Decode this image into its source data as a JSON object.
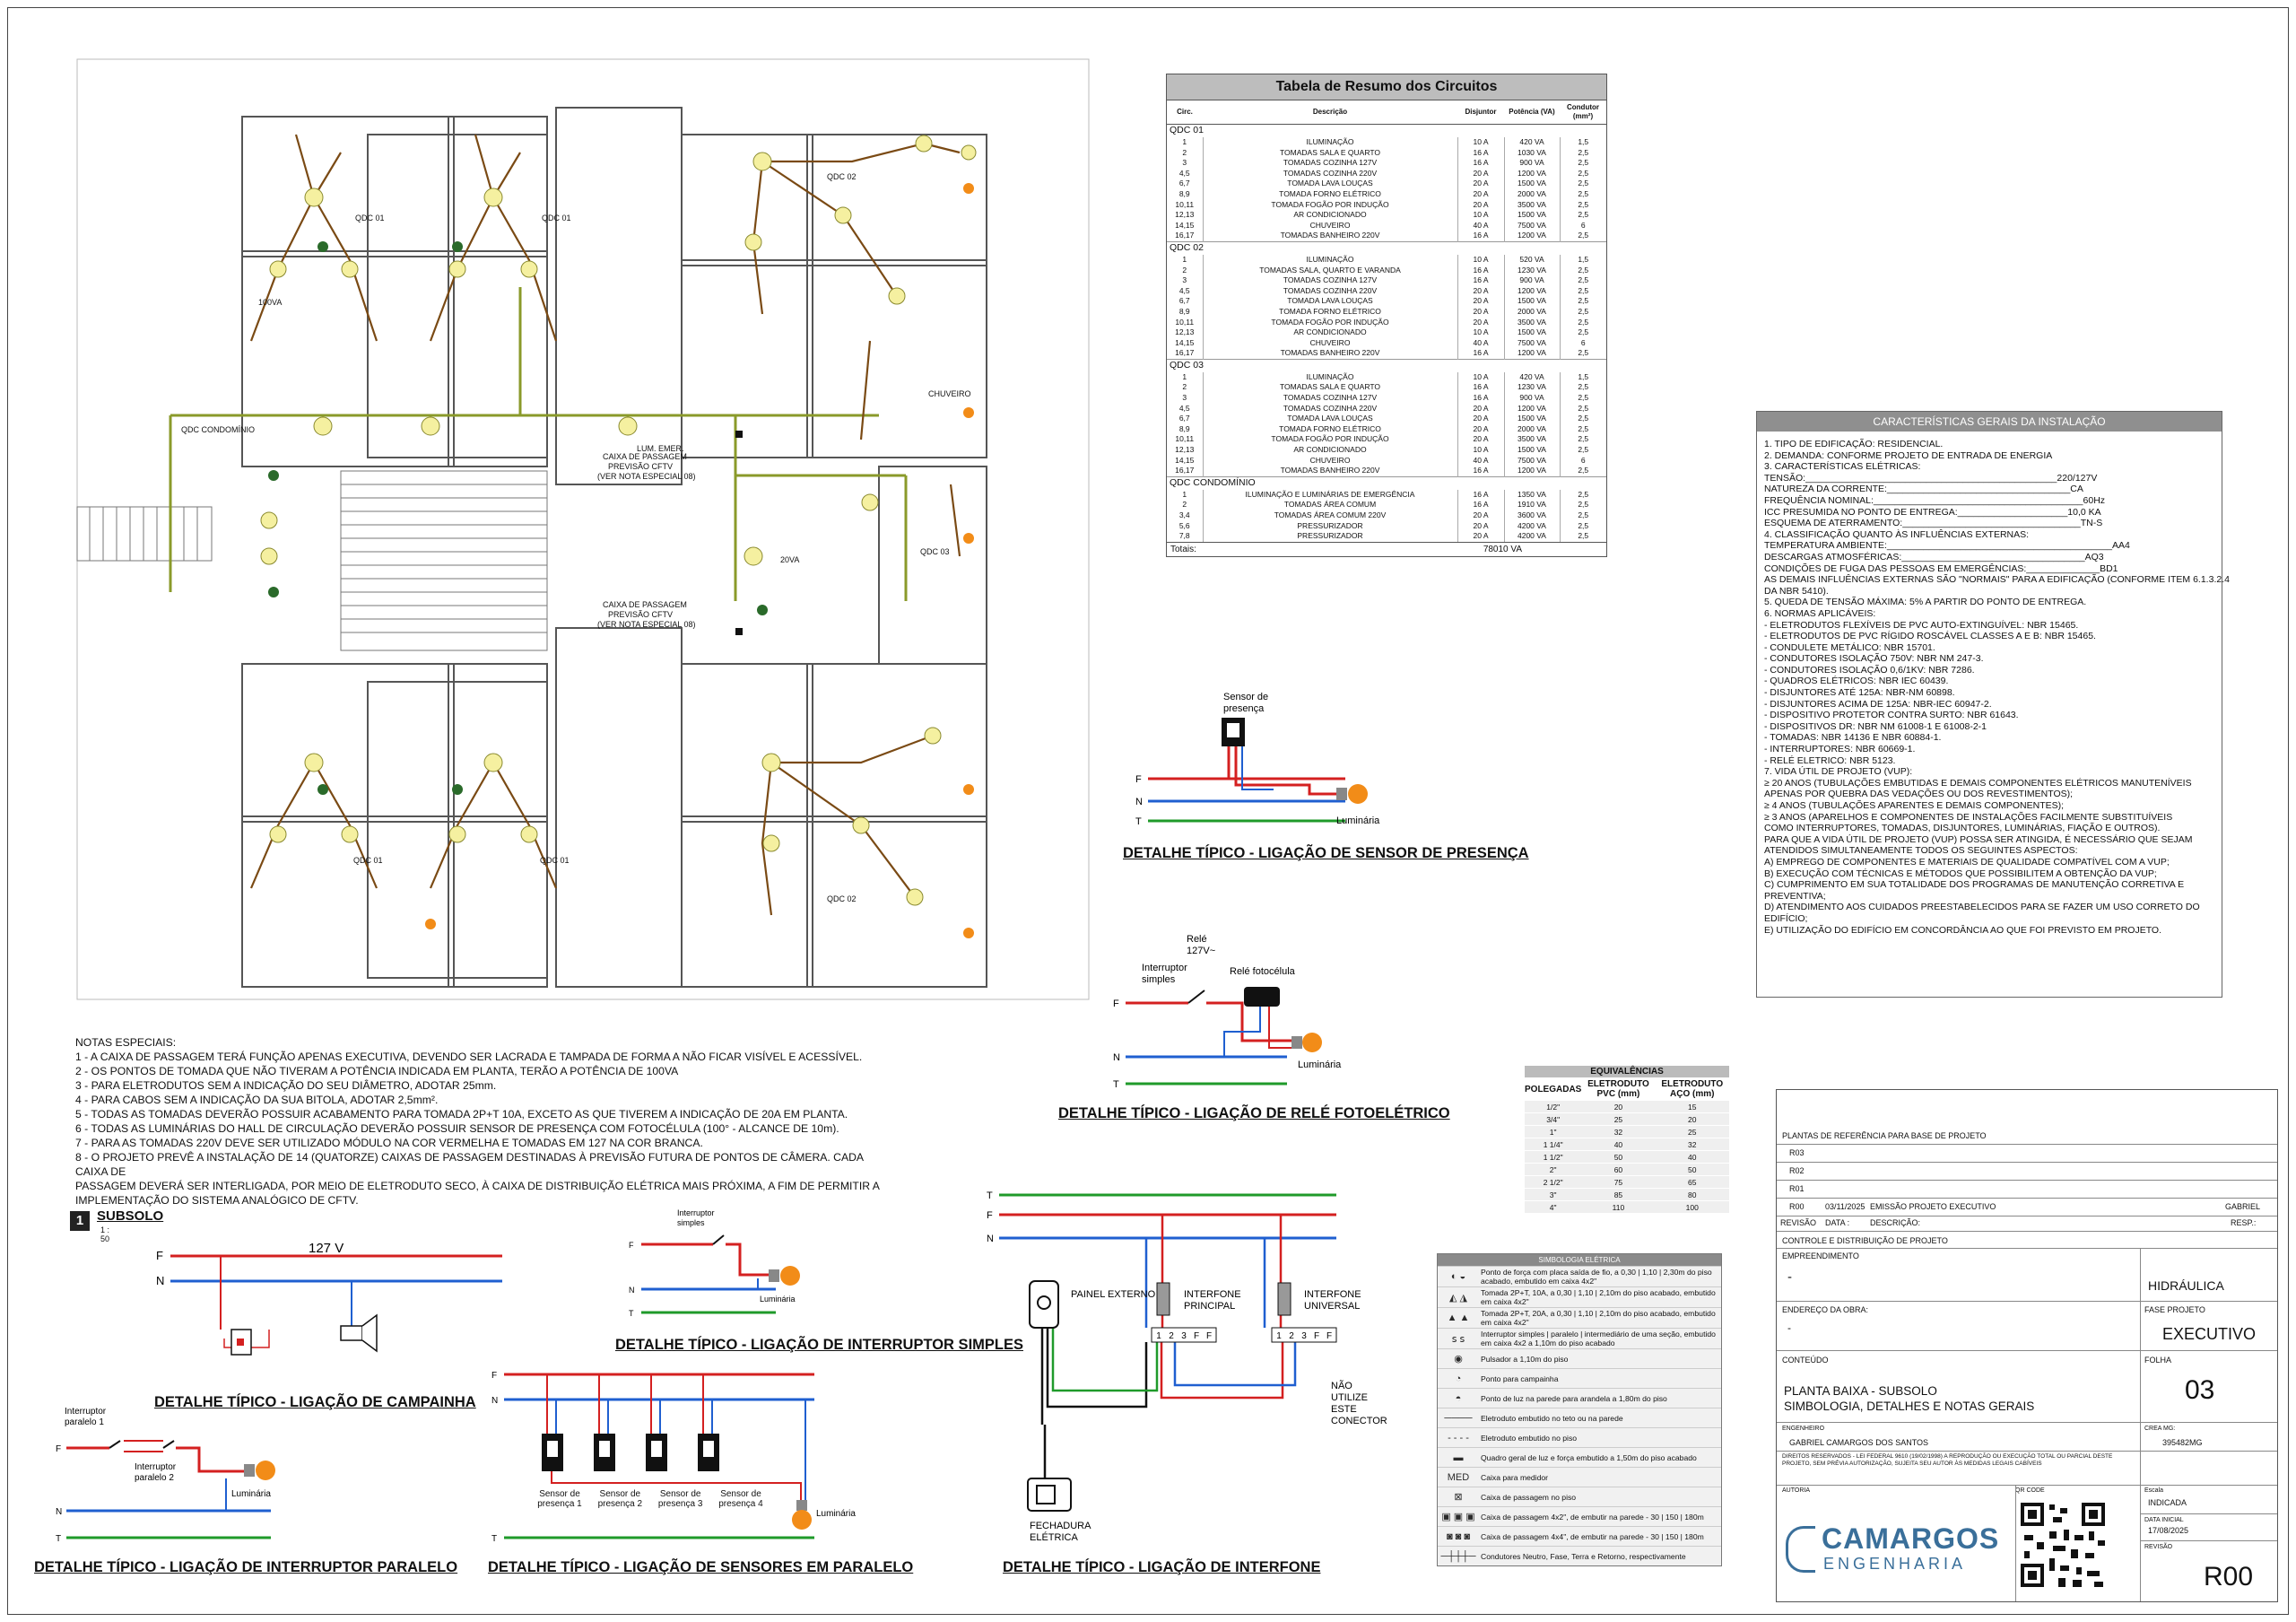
{
  "circuit_table": {
    "title": "Tabela de Resumo dos Circuitos",
    "columns": [
      "Circ.",
      "Descrição",
      "Disjuntor",
      "Potência (VA)",
      "Condutor (mm²)"
    ],
    "groups": [
      {
        "name": "QDC 01",
        "rows": [
          [
            "1",
            "ILUMINAÇÃO",
            "10 A",
            "420 VA",
            "1,5"
          ],
          [
            "2",
            "TOMADAS SALA E QUARTO",
            "16 A",
            "1030 VA",
            "2,5"
          ],
          [
            "3",
            "TOMADAS COZINHA 127V",
            "16 A",
            "900 VA",
            "2,5"
          ],
          [
            "4,5",
            "TOMADAS COZINHA 220V",
            "20 A",
            "1200 VA",
            "2,5"
          ],
          [
            "6,7",
            "TOMADA LAVA LOUÇAS",
            "20 A",
            "1500 VA",
            "2,5"
          ],
          [
            "8,9",
            "TOMADA FORNO ELÉTRICO",
            "20 A",
            "2000 VA",
            "2,5"
          ],
          [
            "10,11",
            "TOMADA FOGÃO POR INDUÇÃO",
            "20 A",
            "3500 VA",
            "2,5"
          ],
          [
            "12,13",
            "AR CONDICIONADO",
            "10 A",
            "1500 VA",
            "2,5"
          ],
          [
            "14,15",
            "CHUVEIRO",
            "40 A",
            "7500 VA",
            "6"
          ],
          [
            "16,17",
            "TOMADAS BANHEIRO 220V",
            "16 A",
            "1200 VA",
            "2,5"
          ]
        ]
      },
      {
        "name": "QDC 02",
        "rows": [
          [
            "1",
            "ILUMINAÇÃO",
            "10 A",
            "520 VA",
            "1,5"
          ],
          [
            "2",
            "TOMADAS SALA, QUARTO E VARANDA",
            "16 A",
            "1230 VA",
            "2,5"
          ],
          [
            "3",
            "TOMADAS COZINHA 127V",
            "16 A",
            "900 VA",
            "2,5"
          ],
          [
            "4,5",
            "TOMADAS COZINHA 220V",
            "20 A",
            "1200 VA",
            "2,5"
          ],
          [
            "6,7",
            "TOMADA LAVA LOUÇAS",
            "20 A",
            "1500 VA",
            "2,5"
          ],
          [
            "8,9",
            "TOMADA FORNO ELÉTRICO",
            "20 A",
            "2000 VA",
            "2,5"
          ],
          [
            "10,11",
            "TOMADA FOGÃO POR INDUÇÃO",
            "20 A",
            "3500 VA",
            "2,5"
          ],
          [
            "12,13",
            "AR CONDICIONADO",
            "10 A",
            "1500 VA",
            "2,5"
          ],
          [
            "14,15",
            "CHUVEIRO",
            "40 A",
            "7500 VA",
            "6"
          ],
          [
            "16,17",
            "TOMADAS BANHEIRO 220V",
            "16 A",
            "1200 VA",
            "2,5"
          ]
        ]
      },
      {
        "name": "QDC 03",
        "rows": [
          [
            "1",
            "ILUMINAÇÃO",
            "10 A",
            "420 VA",
            "1,5"
          ],
          [
            "2",
            "TOMADAS SALA E QUARTO",
            "16 A",
            "1230 VA",
            "2,5"
          ],
          [
            "3",
            "TOMADAS COZINHA 127V",
            "16 A",
            "900 VA",
            "2,5"
          ],
          [
            "4,5",
            "TOMADAS COZINHA 220V",
            "20 A",
            "1200 VA",
            "2,5"
          ],
          [
            "6,7",
            "TOMADA LAVA LOUÇAS",
            "20 A",
            "1500 VA",
            "2,5"
          ],
          [
            "8,9",
            "TOMADA FORNO ELÉTRICO",
            "20 A",
            "2000 VA",
            "2,5"
          ],
          [
            "10,11",
            "TOMADA FOGÃO POR INDUÇÃO",
            "20 A",
            "3500 VA",
            "2,5"
          ],
          [
            "12,13",
            "AR CONDICIONADO",
            "10 A",
            "1500 VA",
            "2,5"
          ],
          [
            "14,15",
            "CHUVEIRO",
            "40 A",
            "7500 VA",
            "6"
          ],
          [
            "16,17",
            "TOMADAS BANHEIRO 220V",
            "16 A",
            "1200 VA",
            "2,5"
          ]
        ]
      },
      {
        "name": "QDC CONDOMÍNIO",
        "rows": [
          [
            "1",
            "ILUMINAÇÃO E LUMINÁRIAS DE EMERGÊNCIA",
            "16 A",
            "1350 VA",
            "2,5"
          ],
          [
            "2",
            "TOMADAS ÁREA COMUM",
            "16 A",
            "1910 VA",
            "2,5"
          ],
          [
            "3,4",
            "TOMADAS ÁREA COMUM 220V",
            "20 A",
            "3600 VA",
            "2,5"
          ],
          [
            "5,6",
            "PRESSURIZADOR",
            "20 A",
            "4200 VA",
            "2,5"
          ],
          [
            "7,8",
            "PRESSURIZADOR",
            "20 A",
            "4200 VA",
            "2,5"
          ]
        ]
      }
    ],
    "total_label": "Totais:",
    "total_value": "78010 VA"
  },
  "characteristics": {
    "title": "CARACTERÍSTICAS GERAIS DA INSTALAÇÃO",
    "lines": [
      "1.        TIPO DE EDIFICAÇÃO: RESIDENCIAL.",
      "2.        DEMANDA: CONFORME PROJETO DE ENTRADA DE ENERGIA",
      "3.        CARACTERÍSTICAS ELÉTRICAS:",
      "              TENSÃO:________________________________________________220/127V",
      "              NATUREZA DA CORRENTE:___________________________________CA",
      "              FREQUÊNCIA NOMINAL:________________________________________60Hz",
      "              ICC  PRESUMIDA NO PONTO DE ENTREGA:_____________________10,0 KA",
      "              ESQUEMA DE ATERRAMENTO:__________________________________TN-S",
      "4.        CLASSIFICAÇÃO  QUANTO ÀS INFLUÊNCIAS EXTERNAS:",
      "     TEMPERATURA AMBIENTE:___________________________________________AA4",
      "DESCARGAS ATMOSFÉRICAS:___________________________________AQ3",
      "CONDIÇÕES DE FUGA DAS PESSOAS EM EMERGÊNCIAS:______________BD1",
      "AS DEMAIS INFLUÊNCIAS EXTERNAS SÃO \"NORMAIS\" PARA A EDIFICAÇÃO (CONFORME ITEM 6.1.3.2.4",
      "DA NBR 5410).",
      "5.        QUEDA DE TENSÃO MÁXIMA: 5% A PARTIR DO PONTO DE ENTREGA.",
      "6.        NORMAS APLICÁVEIS:",
      "              - ELETRODUTOS FLEXÍVEIS DE PVC AUTO-EXTINGUÍVEL: NBR 15465.",
      "              - ELETRODUTOS DE PVC RÍGIDO ROSCÁVEL CLASSES A E B: NBR 15465.",
      "              - CONDULETE METÁLICO: NBR 15701.",
      "              - CONDUTORES ISOLAÇÃO 750V: NBR NM 247-3.",
      "              - CONDUTORES ISOLAÇÃO 0,6/1KV: NBR 7286.",
      "              - QUADROS ELÉTRICOS: NBR IEC 60439.",
      "              - DISJUNTORES ATÉ 125A: NBR-NM 60898.",
      "              - DISJUNTORES ACIMA DE 125A: NBR-IEC 60947-2.",
      "              - DISPOSITIVO PROTETOR CONTRA SURTO: NBR 61643.",
      "              - DISPOSITIVOS DR: NBR NM 61008-1 E 61008-2-1",
      "               - TOMADAS: NBR 14136 E NBR 60884-1.",
      "              - INTERRUPTORES: NBR 60669-1.",
      "              - RELÉ ELETRICO: NBR 5123.",
      "7.        VIDA ÚTIL DE PROJETO (VUP):",
      "          ≥ 20 ANOS (TUBULAÇÕES EMBUTIDAS E DEMAIS COMPONENTES ELÉTRICOS MANUTENÍVEIS",
      "APENAS POR QUEBRA   DAS VEDAÇÕES OU DOS REVESTIMENTOS);",
      "          ≥ 4 ANOS (TUBULAÇÕES APARENTES E DEMAIS COMPONENTES);",
      "          ≥ 3 ANOS (APARELHOS E COMPONENTES DE INSTALAÇÕES FACILMENTE SUBSTITUÍVEIS",
      "COMO INTERRUPTORES,  TOMADAS, DISJUNTORES, LUMINÁRIAS, FIAÇÃO E OUTROS).",
      "          PARA QUE A VIDA ÚTIL DE PROJETO (VUP) POSSA SER ATINGIDA, É NECESSÁRIO QUE SEJAM",
      "ATENDIDOS SIMULTANEAMENTE TODOS OS SEGUINTES ASPECTOS:",
      "A)        EMPREGO DE COMPONENTES E MATERIAIS DE QUALIDADE COMPATÍVEL COM A VUP;",
      "B)        EXECUÇÃO COM TÉCNICAS E MÉTODOS QUE POSSIBILITEM A OBTENÇÃO DA VUP;",
      "C)        CUMPRIMENTO EM SUA TOTALIDADE DOS PROGRAMAS DE MANUTENÇÃO CORRETIVA E",
      "PREVENTIVA;",
      "D)        ATENDIMENTO AOS CUIDADOS PREESTABELECIDOS PARA SE FAZER UM USO CORRETO DO",
      "EDIFÍCIO;",
      "E)        UTILIZAÇÃO DO EDIFÍCIO EM CONCORDÂNCIA AO QUE FOI PREVISTO EM PROJETO."
    ]
  },
  "notes": {
    "title": "NOTAS ESPECIAIS:",
    "lines": [
      "1 -  A CAIXA DE PASSAGEM TERÁ FUNÇÃO APENAS EXECUTIVA, DEVENDO SER LACRADA E TAMPADA DE FORMA A NÃO FICAR VISÍVEL E ACESSÍVEL.",
      "2 - OS PONTOS DE TOMADA QUE NÃO TIVERAM A POTÊNCIA INDICADA EM PLANTA, TERÃO A POTÊNCIA DE 100VA",
      "3 - PARA ELETRODUTOS SEM A INDICAÇÃO DO SEU DIÂMETRO, ADOTAR 25mm.",
      "4 - PARA CABOS SEM A INDICAÇÃO DA SUA BITOLA, ADOTAR 2,5mm².",
      "5 - TODAS  AS TOMADAS DEVERÃO POSSUIR ACABAMENTO PARA TOMADA 2P+T 10A, EXCETO AS QUE TIVEREM A INDICAÇÃO DE 20A EM PLANTA.",
      "6 - TODAS AS LUMINÁRIAS DO HALL DE CIRCULAÇÃO DEVERÃO POSSUIR SENSOR DE PRESENÇA COM FOTOCÉLULA (100° - ALCANCE DE 10m).",
      "7 - PARA AS TOMADAS 220V DEVE SER UTILIZADO MÓDULO NA COR VERMELHA E TOMADAS EM 127 NA COR BRANCA.",
      "8 - O PROJETO PREVÊ A INSTALAÇÃO DE 14 (QUATORZE) CAIXAS DE PASSAGEM DESTINADAS À PREVISÃO FUTURA DE PONTOS DE CÂMERA. CADA CAIXA DE",
      "PASSAGEM DEVERÁ SER INTERLIGADA, POR MEIO DE ELETRODUTO SECO, À CAIXA DE DISTRIBUIÇÃO ELÉTRICA MAIS PRÓXIMA, A FIM DE PERMITIR A",
      "IMPLEMENTAÇÃO DO SISTEMA ANALÓGICO DE CFTV."
    ]
  },
  "plan": {
    "view_number": "1",
    "view_title": "SUBSOLO",
    "view_scale": "1 : 50",
    "labels": {
      "qdc_condominio": "QDC CONDOMÍNIO",
      "qdc01_a": "QDC 01",
      "qdc01_b": "QDC 01",
      "qdc02": "QDC 02",
      "qdc03": "QDC 03",
      "qdc01_c": "QDC 01",
      "qdc01_d": "QDC 01",
      "qdc02_b": "QDC 02",
      "caixa1": "CAIXA DE PASSAGEM",
      "caixa1b": "PREVISÃO CFTV",
      "caixa1c": "(VER NOTA ESPECIAL 08)",
      "caixa2": "CAIXA DE PASSAGEM",
      "caixa2b": "PREVISÃO CFTV",
      "caixa2c": "(VER NOTA ESPECIAL 08)",
      "chuveiro": "CHUVEIRO",
      "lum_emerg": "LUM. EMER.",
      "va100": "100VA",
      "va20": "20VA"
    }
  },
  "equivalencias": {
    "title": "EQUIVALÊNCIAS",
    "headers": [
      "POLEGADAS",
      "ELETRODUTO PVC (mm)",
      "ELETRODUTO AÇO (mm)"
    ],
    "rows": [
      [
        "1/2\"",
        "20",
        "15"
      ],
      [
        "3/4\"",
        "25",
        "20"
      ],
      [
        "1\"",
        "32",
        "25"
      ],
      [
        "1 1/4\"",
        "40",
        "32"
      ],
      [
        "1 1/2\"",
        "50",
        "40"
      ],
      [
        "2\"",
        "60",
        "50"
      ],
      [
        "2 1/2\"",
        "75",
        "65"
      ],
      [
        "3\"",
        "85",
        "80"
      ],
      [
        "4\"",
        "110",
        "100"
      ]
    ]
  },
  "symbology": {
    "title": "SIMBOLOGIA ELÉTRICA",
    "items": [
      {
        "icon": "outlet-power-point-icon",
        "sym": "◐ ◒",
        "text": "Ponto de força com placa saída de fio, a 0,30 | 1,10 | 2,30m do piso acabado, embutido em caixa 4x2\""
      },
      {
        "icon": "outlet-10a-icon",
        "sym": "◭ ◮",
        "text": "Tomada 2P+T, 10A, a 0,30 | 1,10 | 2,10m do piso acabado, embutido em caixa 4x2\""
      },
      {
        "icon": "outlet-20a-icon",
        "sym": "▲ ▲",
        "text": "Tomada 2P+T, 20A, a 0,30 | 1,10 | 2,10m do piso acabado, embutido em caixa 4x2\""
      },
      {
        "icon": "switch-icon",
        "sym": "ꜱ ꜱ",
        "text": "Interruptor simples | paralelo | intermediário de uma seção, embutido em caixa 4x2 a 1,10m do piso acabado"
      },
      {
        "icon": "push-button-icon",
        "sym": "◉",
        "text": "Pulsador a 1,10m do piso"
      },
      {
        "icon": "doorbell-icon",
        "sym": "◔",
        "text": "Ponto para campainha"
      },
      {
        "icon": "wall-light-icon",
        "sym": "◓",
        "text": "Ponto de luz na parede para arandela a 1,80m do piso"
      },
      {
        "icon": "conduit-ceiling-icon",
        "sym": "────",
        "text": "Eletroduto embutido no teto ou na parede"
      },
      {
        "icon": "conduit-floor-icon",
        "sym": "- - - -",
        "text": "Eletroduto embutido no piso"
      },
      {
        "icon": "panel-icon",
        "sym": "▬",
        "text": "Quadro geral de luz e força embutido a 1,50m do piso acabado"
      },
      {
        "icon": "meter-box-icon",
        "sym": "MED",
        "text": "Caixa para medidor"
      },
      {
        "icon": "floor-box-icon",
        "sym": "⊠",
        "text": "Caixa de passagem no piso"
      },
      {
        "icon": "junction-box-4x2-icon",
        "sym": "▣ ▣ ▣",
        "text": "Caixa de passagem 4x2\", de embutir na parede - 30 | 150 | 180m"
      },
      {
        "icon": "junction-box-4x4-icon",
        "sym": "◙ ◙ ◙",
        "text": "Caixa de passagem 4x4\", de embutir na parede - 30 | 150 | 180m"
      },
      {
        "icon": "conductors-icon",
        "sym": "─┼┼┼─",
        "text": "Condutores Neutro, Fase, Terra e Retorno, respectivamente"
      }
    ]
  },
  "title_block": {
    "ref_plans": "PLANTAS DE REFERÊNCIA PARA BASE DE PROJETO",
    "revisions": [
      "R03",
      "R02",
      "R01"
    ],
    "r00": "R00",
    "r00_date": "03/11/2025",
    "r00_desc": "EMISSÃO PROJETO EXECUTIVO",
    "r00_resp": "GABRIEL",
    "rev_header": [
      "REVISÃO",
      "DATA :",
      "DESCRIÇÃO:",
      "RESP.:"
    ],
    "control": "CONTROLE E DISTRIBUIÇÃO DE PROJETO",
    "empreendimento_label": "EMPREENDIMENTO",
    "empreendimento_value": "-",
    "discipline": "HIDRÁULICA",
    "endereco_label": "ENDEREÇO DA OBRA:",
    "endereco_value": "-",
    "fase_label": "FASE PROJETO",
    "fase_value": "EXECUTIVO",
    "conteudo_label": "CONTEÚDO",
    "conteudo_1": "PLANTA BAIXA - SUBSOLO",
    "conteudo_2": "SIMBOLOGIA, DETALHES E NOTAS GERAIS",
    "folha_label": "FOLHA",
    "folha_value": "03",
    "engenheiro_label": "ENGENHEIRO",
    "engenheiro_value": "GABRIEL CAMARGOS DOS SANTOS",
    "crea_label": "CREA MG:",
    "crea_value": "395482MG",
    "rights": "DIREITOS RESERVADOS - LEI FEDERAL 9610 (19/02/1998) A REPRODUÇÃO OU EXECUÇÃO TOTAL OU PARCIAL DESTE PROJETO, SEM PRÉVIA AUTORIZAÇÃO, SUJEITA SEU AUTOR ÀS MEDIDAS LEGAIS CABÍVEIS",
    "autoria_label": "AUTORIA",
    "qr_label": "QR CODE",
    "escala_label": "Escala",
    "escala_value": "INDICADA",
    "data_inicial_label": "DATA INICIAL",
    "data_inicial_value": "17/08/2025",
    "revisao_label": "REVISÃO",
    "revisao_value": "R00",
    "logo_name": "CAMARGOS",
    "logo_sub": "ENGENHARIA"
  },
  "details": {
    "sensor": {
      "title": "DETALHE TÍPICO - LIGAÇÃO DE SENSOR DE PRESENÇA",
      "sensor_label": "Sensor de",
      "sensor_label2": "presença",
      "lamp": "Luminária",
      "f": "F",
      "n": "N",
      "t": "T"
    },
    "rele": {
      "title": "DETALHE TÍPICO - LIGAÇÃO DE RELÉ FOTOELÉTRICO",
      "rele": "Relé",
      "rele_v": "127V~",
      "switch": "Interruptor",
      "switch2": "simples",
      "photocell": "Relé fotocélula",
      "lamp": "Luminária",
      "f": "F",
      "n": "N",
      "t": "T"
    },
    "campainha": {
      "title": "DETALHE TÍPICO - LIGAÇÃO DE CAMPAINHA",
      "voltage": "127 V",
      "f": "F",
      "n": "N"
    },
    "interruptor": {
      "title": "DETALHE TÍPICO - LIGAÇÃO DE INTERRUPTOR SIMPLES",
      "switch": "Interruptor",
      "switch2": "simples",
      "lamp": "Luminária",
      "f": "F",
      "n": "N",
      "t": "T"
    },
    "paralelo": {
      "title": "DETALHE TÍPICO - LIGAÇÃO DE INTERRUPTOR PARALELO",
      "s1": "Interruptor",
      "s1b": "paralelo 1",
      "s2": "Interruptor",
      "s2b": "paralelo 2",
      "lamp": "Luminária",
      "f": "F",
      "n": "N",
      "t": "T"
    },
    "sensores": {
      "title": "DETALHE TÍPICO - LIGAÇÃO DE SENSORES EM PARALELO",
      "s1": "Sensor de presença 1",
      "s2": "Sensor de presença 2",
      "s3": "Sensor de presença 3",
      "s4": "Sensor de presença 4",
      "lamp": "Luminária",
      "f": "F",
      "n": "N",
      "t": "T"
    },
    "interfone": {
      "title": "DETALHE TÍPICO - LIGAÇÃO DE INTERFONE",
      "painel": "PAINEL EXTERNO",
      "principal": "INTERFONE",
      "principal2": "PRINCIPAL",
      "universal": "INTERFONE",
      "universal2": "UNIVERSAL",
      "nao": "NÃO",
      "nao2": "UTILIZE",
      "nao3": "ESTE",
      "nao4": "CONECTOR",
      "fechadura": "FECHADURA",
      "fechadura2": "ELÉTRICA",
      "t": "T",
      "f": "F",
      "n": "N",
      "terminals": [
        "1",
        "2",
        "3",
        "F",
        "F"
      ]
    }
  },
  "colors": {
    "phase": "#d42020",
    "neutral": "#1f5fd0",
    "ground": "#1f9a2a",
    "conduit": "#7a4a14",
    "lamp": "#f28c18",
    "fixture": "#f5f0a0"
  }
}
